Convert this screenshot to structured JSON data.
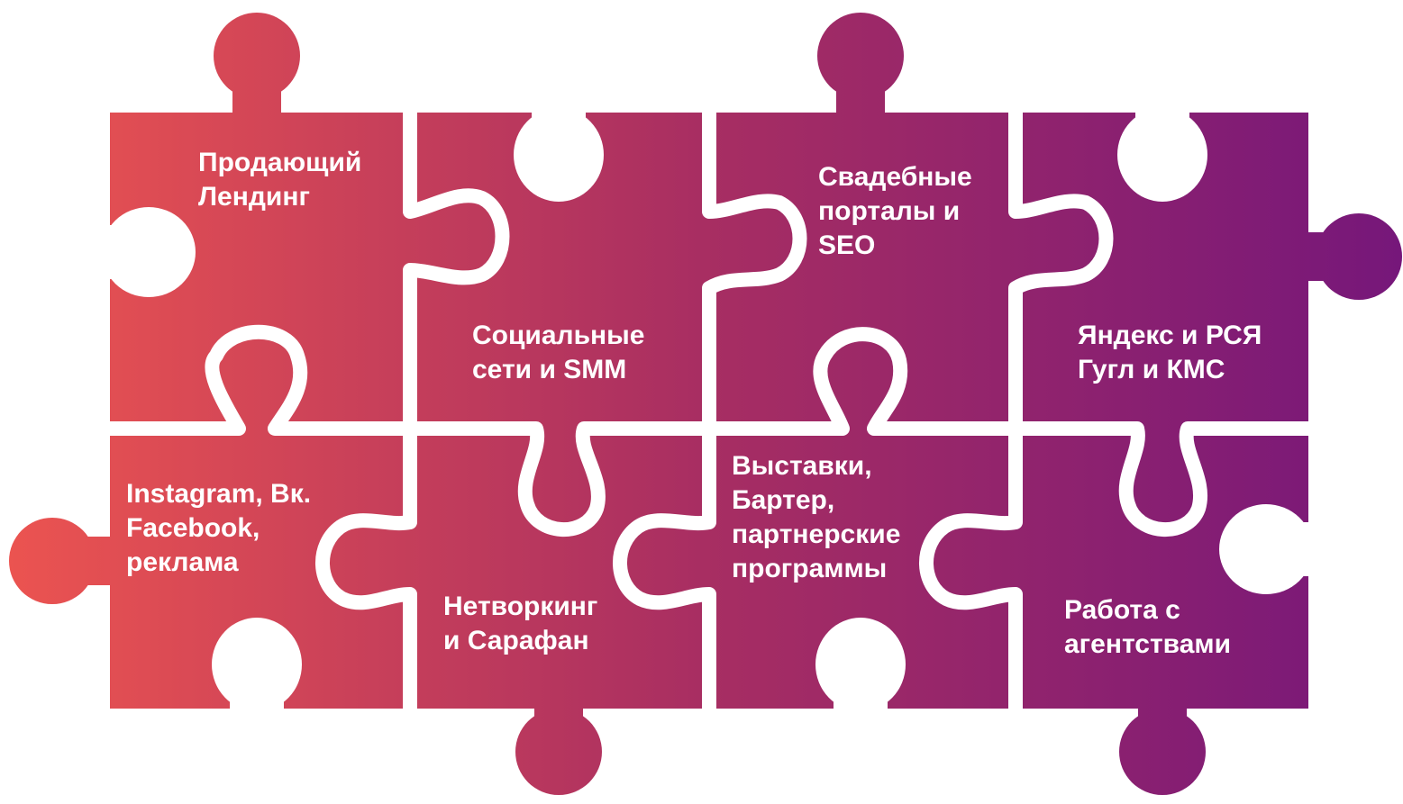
{
  "palette": {
    "gradient_start": "#ec5450",
    "gradient_end": "#76177a",
    "seam": "#ffffff",
    "text": "#ffffff"
  },
  "pieces": [
    {
      "id": "piece-1",
      "lines": [
        "Продающий",
        "Лендинг"
      ]
    },
    {
      "id": "piece-2",
      "lines": [
        "Социальные",
        "сети и SMM"
      ]
    },
    {
      "id": "piece-3",
      "lines": [
        "Свадебные",
        "порталы и",
        "SEO"
      ]
    },
    {
      "id": "piece-4",
      "lines": [
        "Яндекс и РСЯ",
        "Гугл и КМС"
      ]
    },
    {
      "id": "piece-5",
      "lines": [
        "Instagram, Вк.",
        "Facebook,",
        "реклама"
      ]
    },
    {
      "id": "piece-6",
      "lines": [
        "Нетворкинг",
        "и Сарафан"
      ]
    },
    {
      "id": "piece-7",
      "lines": [
        "Выставки,",
        "Бартер,",
        "партнерские",
        "программы"
      ]
    },
    {
      "id": "piece-8",
      "lines": [
        "Работа с",
        "агентствами"
      ]
    }
  ]
}
